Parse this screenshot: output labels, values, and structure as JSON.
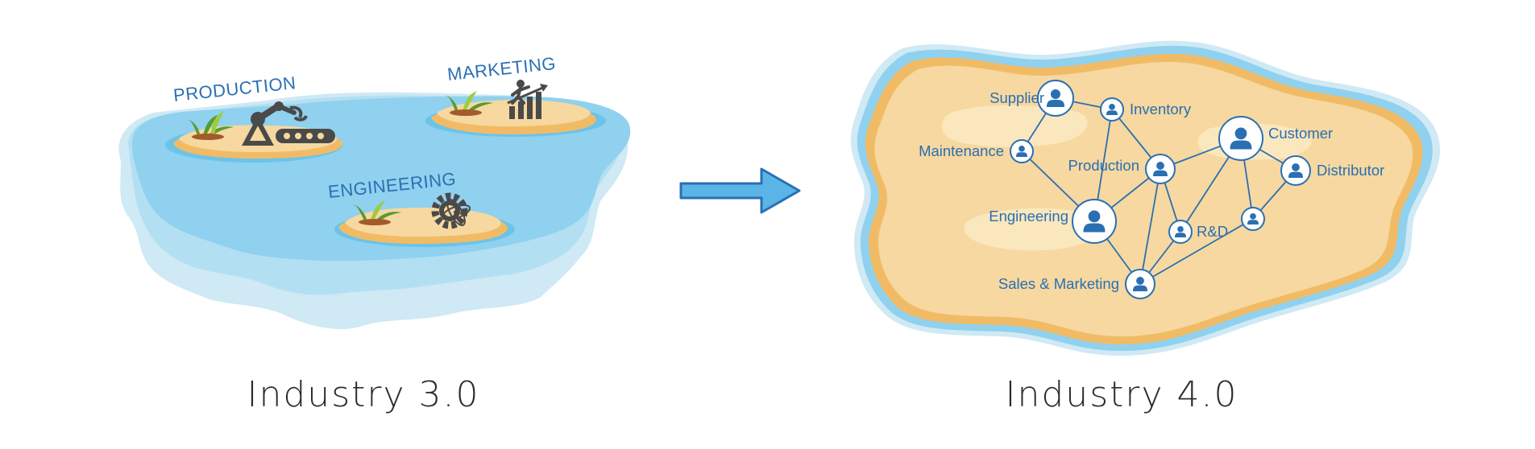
{
  "left_panel": {
    "islands": [
      {
        "label": "PRODUCTION",
        "icon": "robot-arm-conveyor-icon"
      },
      {
        "label": "MARKETING",
        "icon": "climbing-bar-chart-icon"
      },
      {
        "label": "ENGINEERING",
        "icon": "gear-atom-icon"
      }
    ],
    "caption": "Industry 3.0"
  },
  "arrow": {
    "icon": "right-arrow-icon",
    "color": "#5ab4e6"
  },
  "right_panel": {
    "caption": "Industry 4.0",
    "nodes": [
      {
        "id": "supplier",
        "label": "Supplier"
      },
      {
        "id": "inventory",
        "label": "Inventory"
      },
      {
        "id": "maintenance",
        "label": "Maintenance"
      },
      {
        "id": "production",
        "label": "Production"
      },
      {
        "id": "customer",
        "label": "Customer"
      },
      {
        "id": "distributor",
        "label": "Distributor"
      },
      {
        "id": "engineering",
        "label": "Engineering"
      },
      {
        "id": "rd",
        "label": "R&D"
      },
      {
        "id": "unlabeled",
        "label": ""
      },
      {
        "id": "sales",
        "label": "Sales & Marketing"
      }
    ],
    "edges": [
      [
        "supplier",
        "inventory"
      ],
      [
        "supplier",
        "maintenance"
      ],
      [
        "maintenance",
        "engineering"
      ],
      [
        "inventory",
        "production"
      ],
      [
        "inventory",
        "engineering"
      ],
      [
        "production",
        "engineering"
      ],
      [
        "production",
        "customer"
      ],
      [
        "production",
        "rd"
      ],
      [
        "production",
        "sales"
      ],
      [
        "customer",
        "rd"
      ],
      [
        "customer",
        "unlabeled"
      ],
      [
        "customer",
        "distributor"
      ],
      [
        "distributor",
        "unlabeled"
      ],
      [
        "engineering",
        "sales"
      ],
      [
        "rd",
        "sales"
      ],
      [
        "unlabeled",
        "sales"
      ]
    ]
  },
  "colors": {
    "water": "#8fd1ee",
    "water_light": "#c8e8f5",
    "sand": "#f6d8a0",
    "sand_dark": "#f1bb66",
    "accent": "#2a6fb3",
    "icon_grey": "#4a4a4a"
  }
}
